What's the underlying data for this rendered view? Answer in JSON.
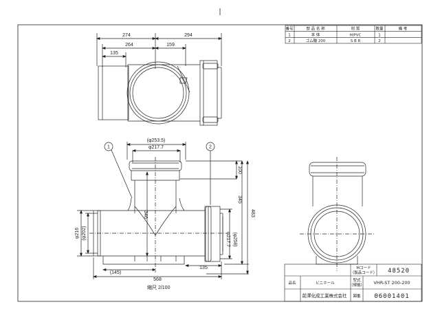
{
  "parts_table": {
    "headers": [
      "番号",
      "部 品 名 称",
      "材 質",
      "数量",
      "備 考"
    ],
    "rows": [
      [
        "1",
        "本 体",
        "HIPVC",
        "1",
        ""
      ],
      [
        "2",
        "ゴム輪 200",
        "S B R",
        "2",
        ""
      ]
    ]
  },
  "top_view": {
    "dims": [
      "274",
      "294",
      "264",
      "159",
      "135"
    ]
  },
  "front_view": {
    "dims": {
      "d1": "(φ253.5)",
      "d2": "φ217.7",
      "h100": "100",
      "h345": "345",
      "h483": "483",
      "h346": "346",
      "d216": "φ216",
      "d202": "(φ202)",
      "d217b": "φ217.7",
      "d258": "(φ258)",
      "w145": "(145)",
      "w135": "135",
      "w568": "568"
    },
    "balloons": [
      "1",
      "2"
    ]
  },
  "scale_note": "縮尺 2/100",
  "title_block": {
    "mcode_label": "Mコード\n（製品コード）",
    "mcode_value": "48520",
    "name_label": "品名",
    "name_value": "ビニホール",
    "model_label": "型式\n（規格）",
    "model_value": "VHR-ST 200-200",
    "company": "前澤化成工業株式会社",
    "drawing_no_label": "図番",
    "drawing_no": "06001401"
  }
}
